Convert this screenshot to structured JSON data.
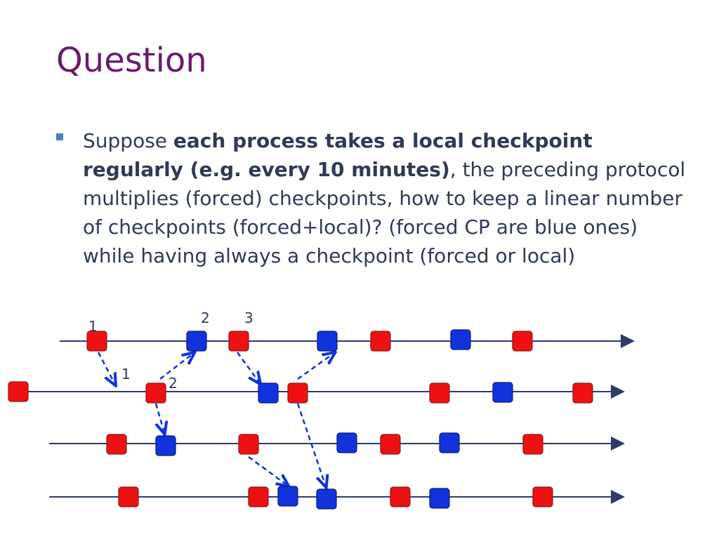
{
  "slide": {
    "title": "Question",
    "bullet": {
      "prefix": "Suppose ",
      "bold": "each process takes a local checkpoint regularly (e.g. every 10 minutes)",
      "suffix": ", the preceding protocol multiplies (forced) checkpoints, how to keep a linear number of checkpoints (forced+local)? (forced CP are blue ones) while having always a checkpoint (forced or local)"
    }
  },
  "diagram": {
    "colors": {
      "local": "#ee1111",
      "forced": "#1133dd",
      "line": "#2f3a6b",
      "message": "#1133dd"
    },
    "labels": [
      "1",
      "2",
      "3",
      "1",
      "2"
    ]
  }
}
